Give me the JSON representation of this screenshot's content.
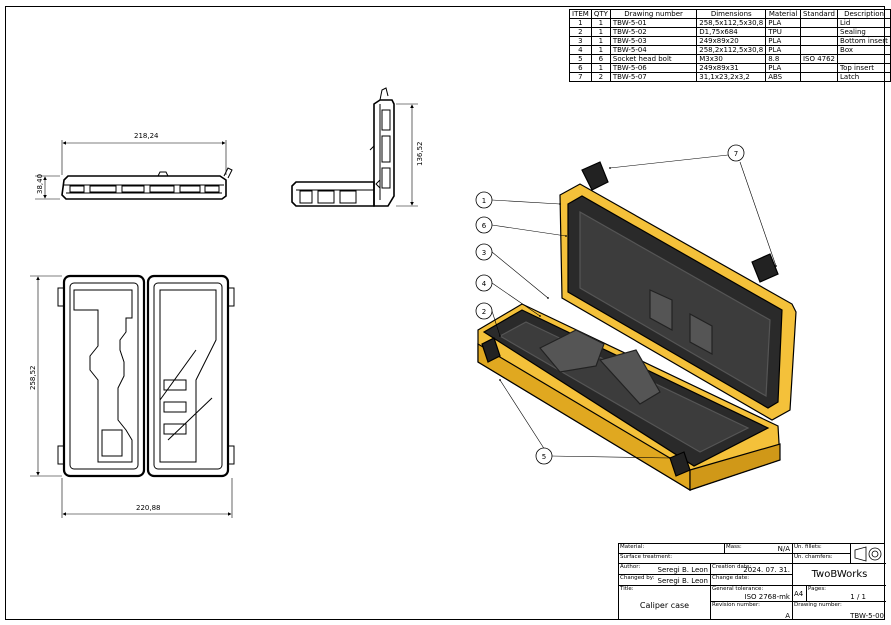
{
  "bom": {
    "headers": [
      "ITEM",
      "QTY",
      "Drawing number",
      "Dimensions",
      "Material",
      "Standard",
      "Description"
    ],
    "rows": [
      [
        "1",
        "1",
        "TBW-5-01",
        "258,5x112,5x30,8",
        "PLA",
        "",
        "Lid"
      ],
      [
        "2",
        "1",
        "TBW-5-02",
        "D1,75x684",
        "TPU",
        "",
        "Sealing"
      ],
      [
        "3",
        "1",
        "TBW-5-03",
        "249x89x20",
        "PLA",
        "",
        "Bottom insert"
      ],
      [
        "4",
        "1",
        "TBW-5-04",
        "258,2x112,5x30,8",
        "PLA",
        "",
        "Box"
      ],
      [
        "5",
        "6",
        "Socket head bolt",
        "M3x30",
        "8.8",
        "ISO 4762",
        ""
      ],
      [
        "6",
        "1",
        "TBW-5-06",
        "249x89x31",
        "PLA",
        "",
        "Top insert"
      ],
      [
        "7",
        "2",
        "TBW-5-07",
        "31,1x23,2x3,2",
        "ABS",
        "",
        "Latch"
      ]
    ]
  },
  "dimensions": {
    "front_width": "218,24",
    "front_height": "38,40",
    "side_height": "136,52",
    "top_height": "258,52",
    "top_width": "220,88"
  },
  "balloons": [
    "1",
    "6",
    "3",
    "4",
    "2",
    "5",
    "7"
  ],
  "title_block": {
    "material_label": "Material:",
    "mass_label": "Mass:",
    "mass_value": "N/A",
    "fillets_label": "Un. fillets:",
    "surface_label": "Surface treatment:",
    "chamfers_label": "Un. chamfers:",
    "author_label": "Author:",
    "author_value": "Seregi B. Leon",
    "creation_label": "Creation date:",
    "creation_value": "2024. 07. 31.",
    "company": "TwoBWorks",
    "changed_label": "Changed by:",
    "changed_value": "Seregi B. Leon",
    "change_date_label": "Change date:",
    "title_label": "Title:",
    "title_value": "Caliper case",
    "tolerance_label": "General tolerance:",
    "tolerance_value": "ISO 2768-mk",
    "paper_size": "A4",
    "pages_label": "Pages:",
    "pages_value": "1 / 1",
    "revision_label": "Revision number:",
    "revision_value": "A",
    "drawing_no_label": "Drawing number:",
    "drawing_no_value": "TBW-5-00"
  }
}
